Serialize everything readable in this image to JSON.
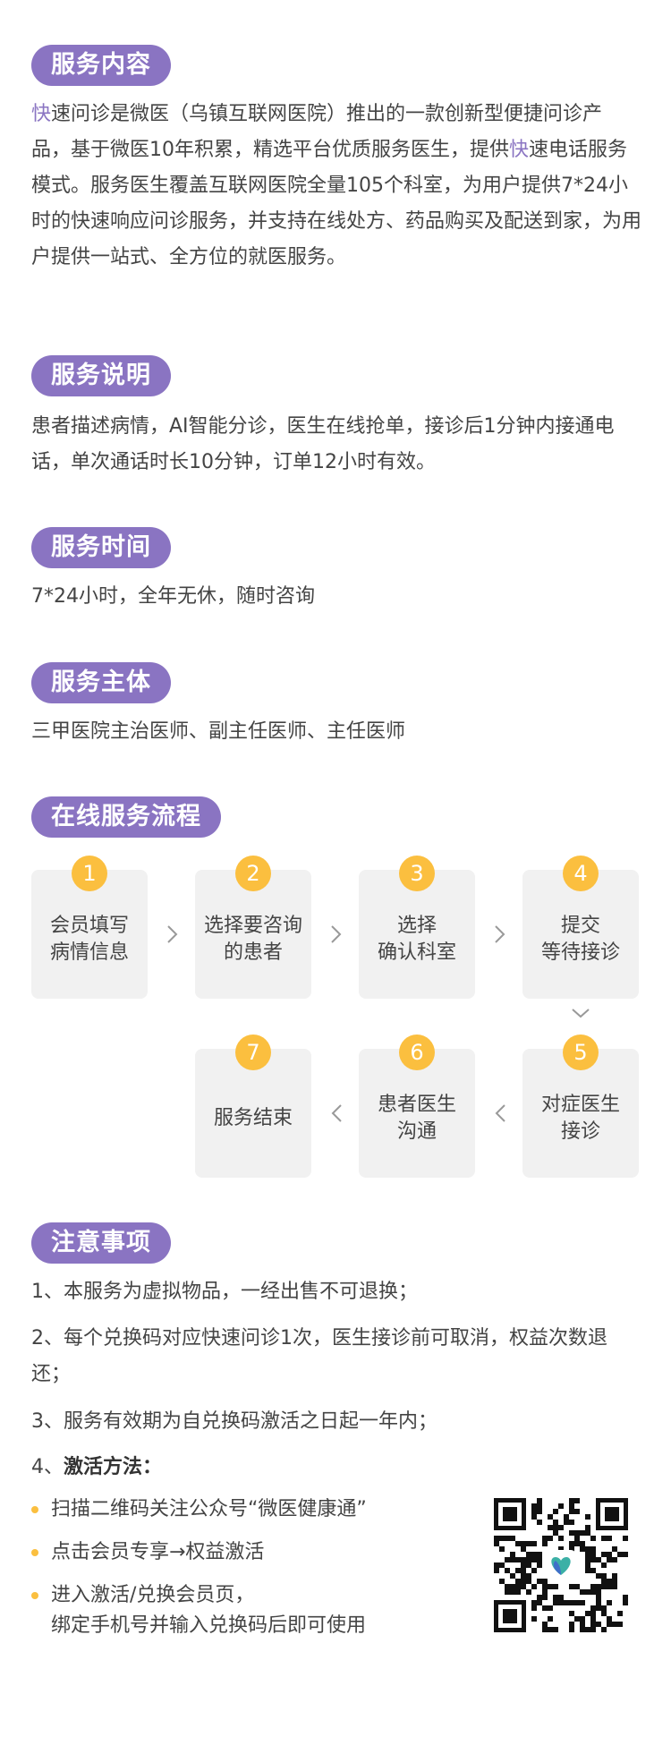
{
  "service_content": {
    "heading": "服务内容",
    "accent_start": "快",
    "text_mid": "速问诊是微医（乌镇互联网医院）推出的一款创新型便捷问诊产品，基于微医10年积累，精选平台优质服务医生，提供",
    "accent_end": "快",
    "text_end": "速电话服务模式。服务医生覆盖互联网医院全量105个科室，为用户提供7*24小时的快速响应问诊服务，并支持在线处方、药品购买及配送到家，为用户提供一站式、全方位的就医服务。"
  },
  "service_desc": {
    "heading": "服务说明",
    "text": "患者描述病情，AI智能分诊，医生在线抢单，接诊后1分钟内接通电话，单次通话时长10分钟，订单12小时有效。"
  },
  "service_time": {
    "heading": "服务时间",
    "text": "7*24小时，全年无休，随时咨询"
  },
  "service_subject": {
    "heading": "服务主体",
    "text": "三甲医院主治医师、副主任医师、主任医师"
  },
  "flow": {
    "heading": "在线服务流程",
    "steps": [
      {
        "num": "1",
        "label": "会员填写病情信息"
      },
      {
        "num": "2",
        "label": "选择要咨询的患者"
      },
      {
        "num": "3",
        "label": "选择\n确认科室"
      },
      {
        "num": "4",
        "label": "提交\n等待接诊"
      },
      {
        "num": "5",
        "label": "对症医生\n接诊"
      },
      {
        "num": "6",
        "label": "患者医生\n沟通"
      },
      {
        "num": "7",
        "label": "服务结束"
      }
    ]
  },
  "notes": {
    "heading": "注意事项",
    "item1": "1、本服务为虚拟物品，一经出售不可退换；",
    "item2": "2、每个兑换码对应快速问诊1次，医生接诊前可取消，权益次数退还；",
    "item3": "3、服务有效期为自兑换码激活之日起一年内；",
    "item4_prefix": "4、",
    "item4_bold": "激活方法：",
    "bullets": [
      "扫描二维码关注公众号“微医健康通”",
      "点击会员专享→权益激活",
      "进入激活/兑换会员页，",
      "绑定手机号并输入兑换码后即可使用"
    ]
  },
  "colors": {
    "pill": "#8a74c2",
    "step_number": "#fbbf3f",
    "step_bg": "#f1f1f1"
  },
  "icons": {
    "arrow_right": "chevron-right-icon",
    "arrow_left": "chevron-left-icon",
    "arrow_down": "chevron-down-icon",
    "qr": "qr-code-icon"
  }
}
